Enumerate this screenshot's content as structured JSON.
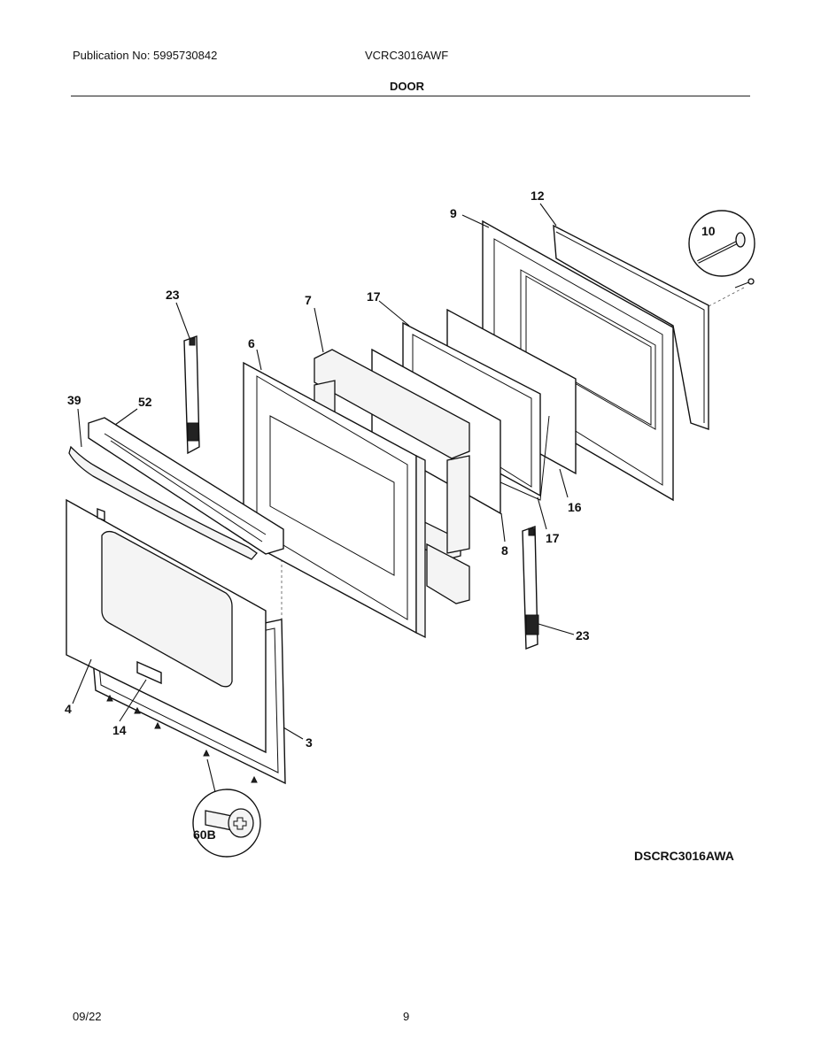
{
  "header": {
    "publication": "Publication No: 5995730842",
    "model": "VCRC3016AWF",
    "section_title": "DOOR"
  },
  "diagram": {
    "callouts": {
      "c12": "12",
      "c9": "9",
      "c10": "10",
      "c7": "7",
      "c17a": "17",
      "c23a": "23",
      "c6": "6",
      "c39": "39",
      "c52": "52",
      "c16": "16",
      "c8": "8",
      "c17b": "17",
      "c23b": "23",
      "c4": "4",
      "c14": "14",
      "c3": "3",
      "c60b": "60B"
    },
    "drawing_code": "DSCRC3016AWA"
  },
  "footer": {
    "date": "09/22",
    "page": "9"
  }
}
